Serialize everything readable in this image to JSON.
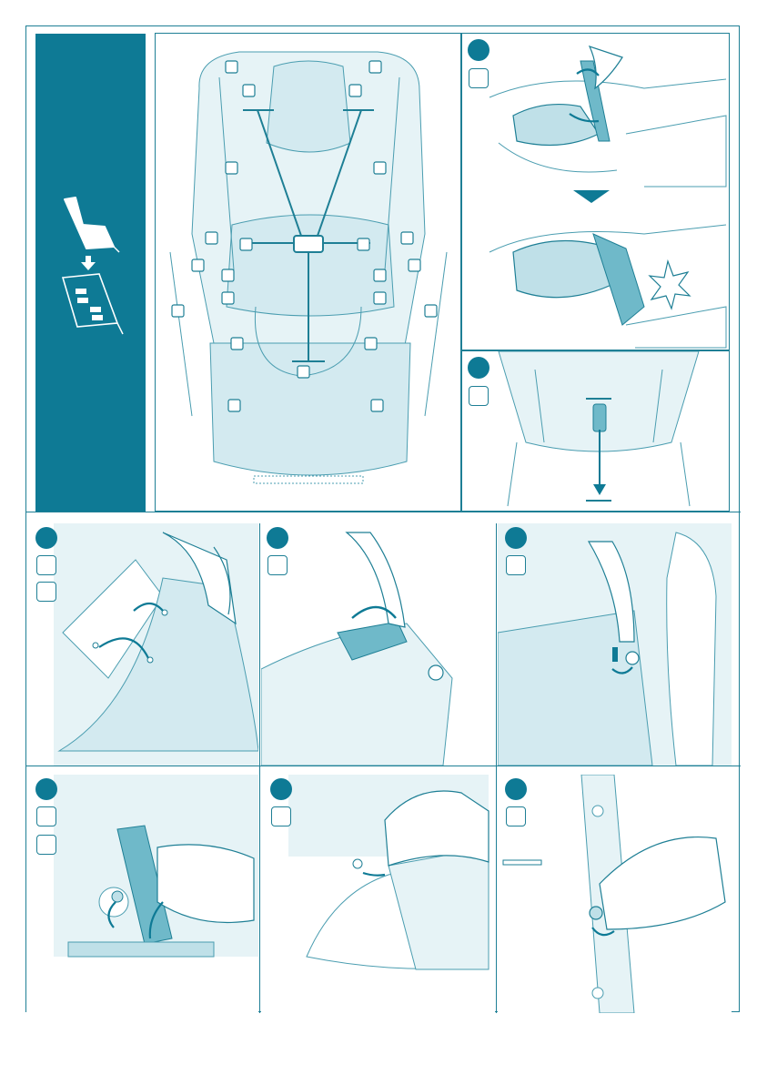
{
  "colors": {
    "brand": "#0e7a95",
    "line": "#1e7f95",
    "fill_light": "#e6f3f6",
    "fill_mid": "#bfe0e8",
    "fill_dark": "#6fb9c9"
  },
  "sidebar": {
    "icons": [
      "seat-icon",
      "arrow-down-icon",
      "instruction-sheet-icon"
    ]
  },
  "steps": {
    "count": 9,
    "panels": [
      "strap-threading",
      "buckle-pull",
      "side-fasteners",
      "armrest-cover",
      "button-release",
      "clip-release",
      "cover-edge",
      "snap-button"
    ]
  }
}
